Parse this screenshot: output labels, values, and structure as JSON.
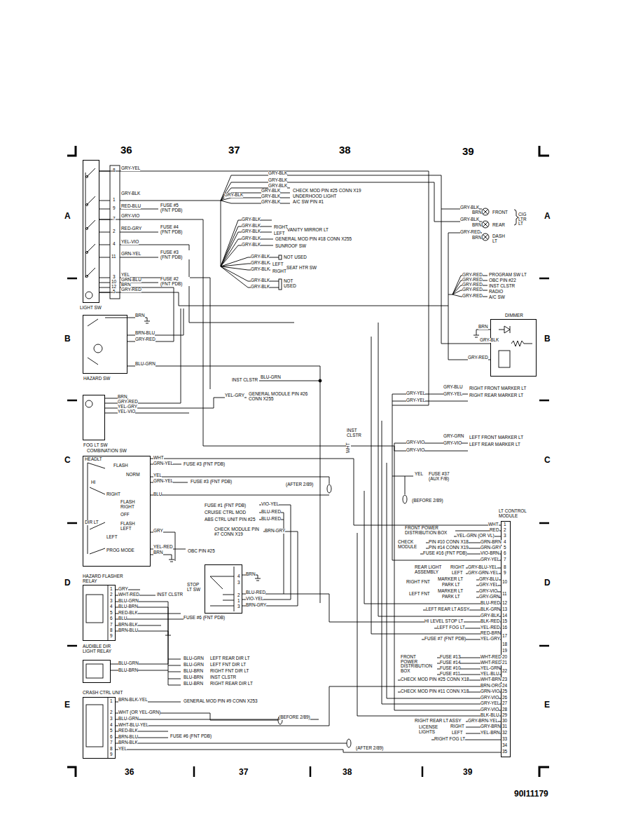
{
  "diagram": {
    "nodes": [
      {
        "text": [
          "LIGHT SW"
        ]
      },
      {
        "text": [
          "HAZARD SW"
        ]
      },
      {
        "text": [
          "FOG LT SW"
        ]
      },
      {
        "text": [
          "COMBINATION SW"
        ]
      },
      {
        "text": [
          "HAZARD FLASHER RELAY"
        ]
      },
      {
        "text": [
          "AUDIBLE DIR LIGHT RELAY"
        ]
      },
      {
        "text": [
          "CRASH CTRL UNIT"
        ]
      },
      {
        "text": [
          "STOP LT SW"
        ]
      },
      {
        "text": [
          "DIMMER"
        ]
      },
      {
        "text": [
          "LT CONTROL MODULE"
        ]
      }
    ],
    "edges": [
      {
        "from": 0,
        "to": 8,
        "arrow": "none"
      },
      {
        "from": 0,
        "to": 9,
        "arrow": "none"
      },
      {
        "from": 0,
        "to": 9,
        "arrow": "none"
      },
      {
        "from": 3,
        "to": 9,
        "arrow": "none"
      },
      {
        "from": 4,
        "to": 5,
        "arrow": "none"
      },
      {
        "from": 7,
        "to": 9,
        "arrow": "none"
      },
      {
        "from": 6,
        "to": 9,
        "arrow": "none"
      }
    ],
    "labels": [
      "36",
      "37",
      "38",
      "39",
      "A",
      "B",
      "C",
      "D",
      "E",
      "A",
      "B",
      "C",
      "D",
      "E",
      "36",
      "37",
      "38",
      "39",
      "90I11179",
      "8",
      "GRY-YEL",
      "1",
      "GRY-BLK",
      "9",
      "RED-BLU",
      "FUSE #5 (FNT PDB)",
      "7",
      "GRY-VIO",
      "2",
      "RED-GRY",
      "FUSE #4 (FNT PDB)",
      "4",
      "YEL-VIO",
      "11",
      "GRN-YEL",
      "FUSE #3 (FNT PDB)",
      "3",
      "YEL",
      "10",
      "GRN-BLU",
      "FUSE #2 (FNT PDB)",
      "12",
      "BRN",
      "5",
      "GRY-RED",
      "GRY-BLK",
      "GRY-BLK",
      "GRY-BLK",
      "GRY-BLK",
      "GRY-BLK",
      "CHECK MOD PIN #25 CONN X19",
      "GRY-BLK",
      "UNDERHOOD LIGHT",
      "GRY-BLK",
      "A/C SW PIN #1",
      "GRY-BLK",
      "GRY-BLK",
      "RIGHT",
      "GRY-BLK",
      "LEFT",
      "VANITY MIRROR LT",
      "GRY-BLK",
      "GENERAL MOD PIN #18 CONN X255",
      "GRY-BLK",
      "SUNROOF SW",
      "GRY-BLK",
      "NOT USED",
      "GRY-BLK",
      "LEFT",
      "GRY-BLK",
      "RIGHT",
      "SEAT HTR SW",
      "GRY-BLK",
      "GRY-BLK",
      "NOT USED",
      "GRY-BLK",
      "BRN",
      "FRONT",
      "GRY-BLK",
      "BRN",
      "REAR",
      "CIG LTR LT",
      "GRY-RED",
      "BRN",
      "DASH LT",
      "GRY-RED",
      "PROGRAM SW LT",
      "GRY-RED",
      "OBC PIN #22",
      "GRY-RED",
      "INST CLSTR",
      "GRY-RED",
      "RADIO",
      "GRY-RED",
      "A/C SW",
      "BRN",
      "GRY-BLK",
      "GRY-RED",
      "BRN",
      "BRN-BLU",
      "GRY-RED",
      "BLU-GRN",
      "INST CLSTR",
      "BLU-GRN",
      "BRN",
      "GRY-RED",
      "YEL-GRY",
      "YEL-VIO",
      "YEL-GRY",
      "GENERAL MODULE PIN #26 CONN X255",
      "GRY-YEL",
      "GRY-YEL",
      "GRY-BLU",
      "GRY-YEL",
      "RIGHT FRONT MARKER LT",
      "RIGHT REAR MARKER LT",
      "INST CLSTR",
      "WHT",
      "GRY-VIO",
      "GRY-VIO",
      "GRY-GRN",
      "GRY-VIO",
      "LEFT FRONT MARKER LT",
      "LEFT REAR MARKER LT",
      "HEADLT",
      "FLASH",
      "NORM",
      "HI",
      "RIGHT",
      "FLASH RIGHT",
      "OFF",
      "DIR LT",
      "FLASH LEFT",
      "LEFT",
      "PROG MODE",
      "WHT",
      "GRN-YEL",
      "FUSE #3 (FNT PDB)",
      "YEL",
      "GRN-YEL",
      "FUSE #3 (FNT PDB)",
      "BLU",
      "GRY",
      "YEL-RED",
      "BRN",
      "OBC PIN #25",
      "(AFTER 2/89)",
      "YEL",
      "FUSE #37 (AUX F/B)",
      "(BEFORE 2/89)",
      "FUSE #1 (FNT PDB)",
      "VIO-YEL",
      "CRUISE CTRL MOD",
      "BLU-RED",
      "ABS CTRL UNIT PIN #25",
      "BLU-RED",
      "CHECK MODULE PIN #7 CONN X19",
      "BRN-GRY",
      "4",
      "BRN",
      "3",
      "2",
      "BLU-RED",
      "1",
      "VIO-YEL",
      "3",
      "BRN-GRY",
      "1",
      "GRY",
      "2",
      "WHT-RED",
      "INST CLSTR",
      "3",
      "BLU-GRN",
      "4",
      "BLU-BRN",
      "5",
      "RED-BLK",
      "6",
      "BLU",
      "FUSE #6 (FNT PDB)",
      "7",
      "BRN-BLK",
      "8",
      "BRN-BLU",
      "9",
      "BLU-GRN",
      "BLU-BRN",
      "BLU-GRN",
      "LEFT REAR DIR LT",
      "BLU-GRN",
      "LEFT FNT DIR LT",
      "BLU-BRN",
      "RIGHT FNT DIR LT",
      "BLU-BRN",
      "INST CLSTR",
      "BLU-BRN",
      "RIGHT REAR DIR LT",
      "1",
      "BRN-BLK-YEL",
      "GENERAL MOD PIN #9 CONN X253",
      "2",
      "WHT (OR YEL-GRN)",
      "3",
      "BLU-GRN",
      "4",
      "WHT-BLU-YEL",
      "5",
      "RED-BLK",
      "6",
      "BRN-BLU",
      "FUSE #6 (FNT PDB)",
      "7",
      "BRN-BLK",
      "8",
      "YEL",
      "9",
      "(BEFORE 2/89)",
      "(AFTER 2/89)",
      "1",
      "2",
      "3",
      "4",
      "5",
      "6",
      "7",
      "8",
      "9",
      "10",
      "11",
      "12",
      "13",
      "14",
      "15",
      "16",
      "17",
      "18",
      "19",
      "20",
      "21",
      "22",
      "23",
      "24",
      "25",
      "26",
      "27",
      "28",
      "29",
      "30",
      "31",
      "32",
      "33",
      "34",
      "35",
      "WHT",
      "FRONT POWER DISTRIBUTION BOX",
      "RED",
      "YEL-GRN (OR VL)",
      "CHECK MODULE",
      "PIN #10 CONN X18",
      "GRN-BRN",
      "PIN #14 CONN X19",
      "GRN-GRY",
      "FUSE #16 (FNT PDB)",
      "VIO-BRN",
      "GRY-YEL",
      "REAR LIGHT ASSEMBLY",
      "RIGHT",
      "GRY-BLU-YEL",
      "LEFT",
      "GRY-GRN-YEL",
      "RIGHT FNT",
      "MARKER LT",
      "GRY-BLU",
      "PARK LT",
      "GRY-YEL",
      "LEFT FNT",
      "MARKER LT",
      "GRY-VIO",
      "PARK LT",
      "GRY-GRN",
      "BLU-RED",
      "LEFT REAR LT ASSY",
      "BLK-GRN",
      "GRY-BLK",
      "HI LEVEL STOP LT",
      "BLK-RED",
      "LEFT FOG LT",
      "YEL-RED",
      "RED-BRN",
      "FUSE #7 (FNT PDB)",
      "YEL-GRY",
      "FRONT POWER DISTRIBUTION BOX",
      "FUSE #13",
      "WHT-RED",
      "FUSE #14",
      "WHT-RED",
      "FUSE #10",
      "YEL-GRN",
      "FUSE #11",
      "YEL-BLU",
      "CHECK MOD PIN #25 CONN X18",
      "WHT-BRN",
      "BRN-ORG",
      "CHECK MOD PIN #11 CONN X18",
      "GRN-VIO",
      "GRY-VIO",
      "GRY-YEL",
      "GRY-VIO",
      "BLK-BLU",
      "RIGHT REAR LT ASSY",
      "GRY-BRN-YEL",
      "LICENSE LIGHTS",
      "RIGHT",
      "GRY-BRN",
      "LEFT",
      "YEL-BRN",
      "RIGHT FOG LT"
    ]
  }
}
